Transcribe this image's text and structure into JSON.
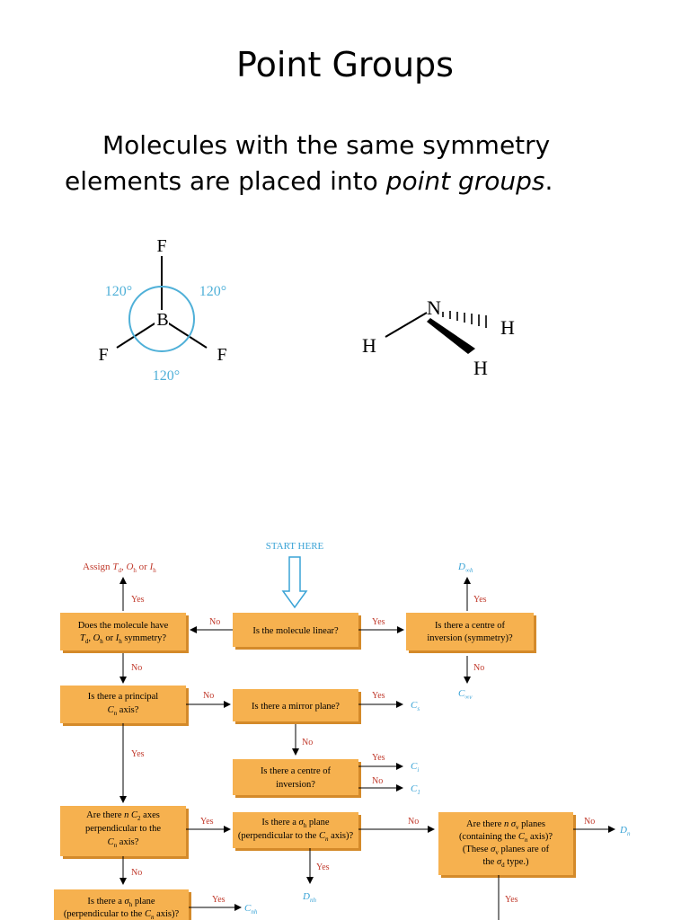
{
  "page": {
    "title": "Point Groups",
    "intro_part1": "Molecules with the same symmetry",
    "intro_part2": "elements are placed into ",
    "intro_emph": "point groups",
    "intro_end": "."
  },
  "bf3": {
    "atom_top": "F",
    "atom_center": "B",
    "atom_left": "F",
    "atom_right": "F",
    "angle_left": "120°",
    "angle_right": "120°",
    "angle_bottom": "120°"
  },
  "nh3": {
    "atom_center": "N",
    "atom_left": "H",
    "atom_right": "H",
    "atom_bottom": "H"
  },
  "colors": {
    "box_fill": "#f6b14f",
    "box_shadow": "#d48a2a",
    "accent": "#3aa3d6",
    "red": "#c0392b"
  },
  "flowchart": {
    "start": "START HERE",
    "assign": "Assign T_d, O_h or I_h",
    "d_inf_h": "D∞h",
    "c_inf_v": "C∞v",
    "q_tdohih": "Does the molecule have T_d, O_h or I_h symmetry?",
    "q_linear": "Is the molecule linear?",
    "q_inversion_linear": "Is there a centre of inversion (symmetry)?",
    "q_principal": "Is there a principal C_n axis?",
    "q_mirror": "Is there a mirror plane?",
    "q_inversion": "Is there a centre of inversion?",
    "q_nc2": "Are there n C_2 axes perpendicular to the C_n axis?",
    "q_sigma_h": "Is there a σ_h plane (perpendicular to the C_n axis)?",
    "q_sigma_v": "Are there n σ_v planes (containing the C_n axis)? (These σ_v planes are of the σ_d type.)",
    "q_sigma_h2": "Is there a σ_h plane (perpendicular to the C_n axis)?",
    "yes": "Yes",
    "no": "No",
    "res_cs": "Cs",
    "res_ci": "Ci",
    "res_c1": "C1",
    "res_dn": "Dn",
    "res_dnh": "Dnh",
    "res_cnh": "Cnh"
  }
}
